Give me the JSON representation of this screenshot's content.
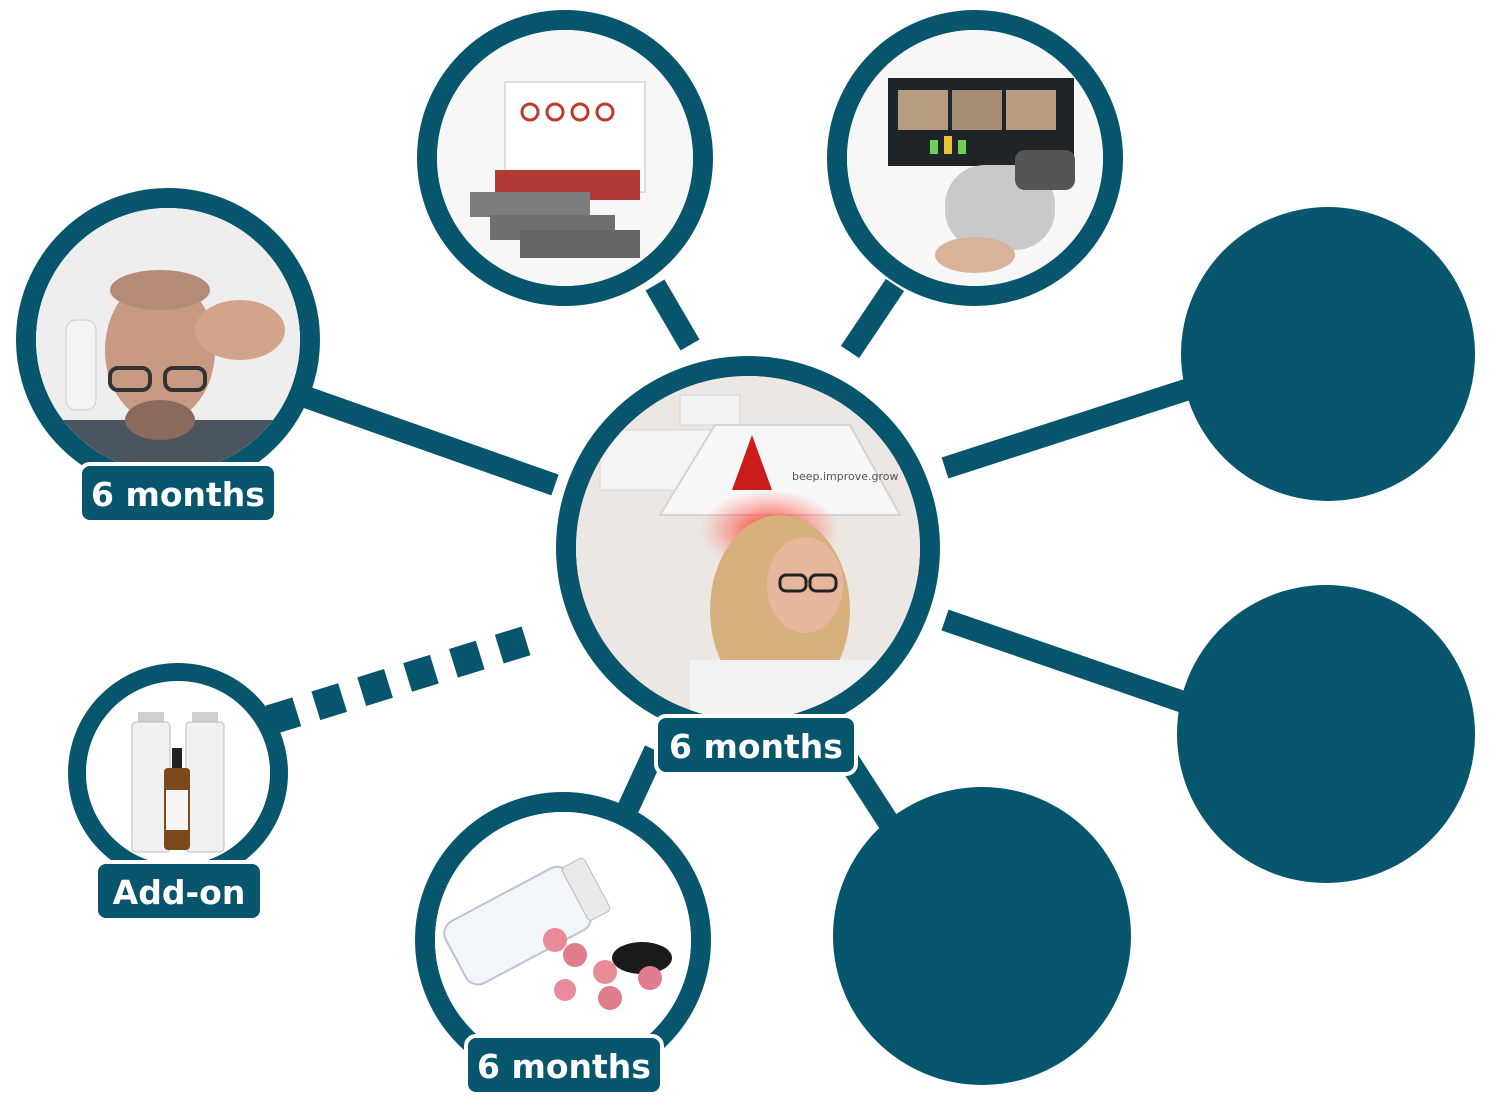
{
  "theme": {
    "primary": "#07566e",
    "background": "#ffffff"
  },
  "labels": {
    "hair_loss": "6 months",
    "center": "6 months",
    "gummies": "6 months",
    "addon": "Add-on"
  },
  "nodes": [
    {
      "name": "center-node",
      "icon": "red-light-laser-cap-photo"
    },
    {
      "name": "hair-loss-node",
      "icon": "man-applying-hair-spray-photo"
    },
    {
      "name": "sample-kit-node",
      "icon": "sample-collection-kit-photo"
    },
    {
      "name": "scalp-scanner-node",
      "icon": "scalp-scanner-photo"
    },
    {
      "name": "addon-node",
      "icon": "shampoo-serum-bottles-photo"
    },
    {
      "name": "gummies-node",
      "icon": "vitamin-gummies-bottle-photo"
    },
    {
      "name": "empty-node-right-top",
      "icon": ""
    },
    {
      "name": "empty-node-right-middle",
      "icon": ""
    },
    {
      "name": "empty-node-bottom",
      "icon": ""
    }
  ]
}
